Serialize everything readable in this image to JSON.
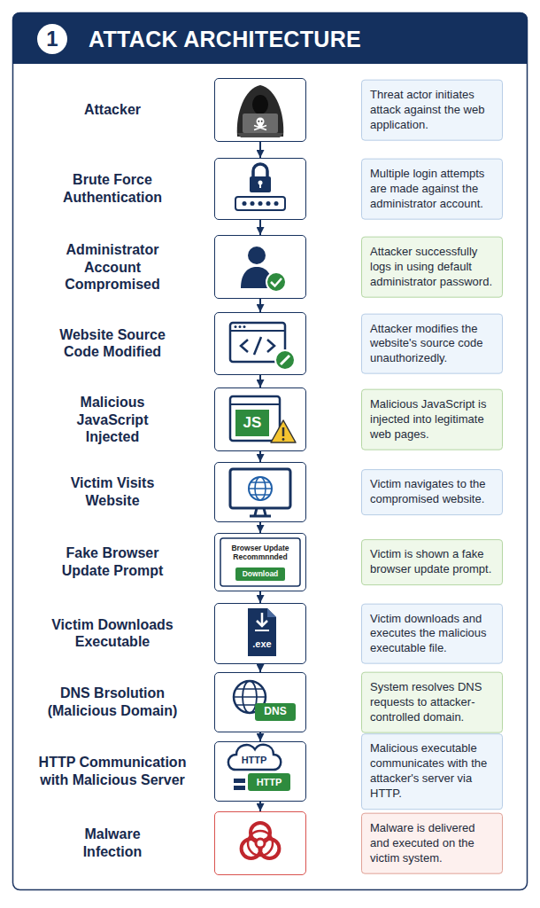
{
  "diagram": {
    "title": "ATTACK ARCHITECTURE",
    "nodes": [
      {
        "text": [
          "Attacker"
        ]
      },
      {
        "text": [
          "Threat actor initiates attack against the web application."
        ]
      },
      {
        "text": [
          "Brute Force Authentication"
        ]
      },
      {
        "text": [
          "Multiple login attempts are made against the administrator account."
        ]
      },
      {
        "text": [
          "Administrator Account Compromised"
        ]
      },
      {
        "text": [
          "Attacker successfully logs in using default administrator password."
        ]
      },
      {
        "text": [
          "Website Source Code Modified"
        ]
      },
      {
        "text": [
          "Attacker modifies the website's source code unauthorizedly."
        ]
      },
      {
        "text": [
          "Malicious JavaScript Injected"
        ]
      },
      {
        "text": [
          "Malicious JavaScript is injected into legitimate web pages."
        ]
      },
      {
        "text": [
          "Victim Visits Website"
        ]
      },
      {
        "text": [
          "Victim navigates to the compromised website."
        ]
      },
      {
        "text": [
          "Fake Browser Update Prompt"
        ]
      },
      {
        "text": [
          "Victim is shown a fake browser update prompt."
        ]
      },
      {
        "text": [
          "Victim Downloads Executable"
        ]
      },
      {
        "text": [
          "Victim downloads and executes the malicious executable file."
        ]
      },
      {
        "text": [
          "DNS Brsolution (Malicious Domain)"
        ]
      },
      {
        "text": [
          "System resolves DNS requests to attacker-controlled domain."
        ]
      },
      {
        "text": [
          "HTTP Communication with Malicious Server"
        ]
      },
      {
        "text": [
          "Malicious executable communicates with the attacker's server via HTTP."
        ]
      },
      {
        "text": [
          "Malware Infection"
        ]
      },
      {
        "text": [
          "Malware is delivered and executed on the victim system."
        ]
      }
    ],
    "edges": [
      {
        "from": 0,
        "to": 2,
        "arrow": "to"
      },
      {
        "from": 2,
        "to": 4,
        "arrow": "to"
      },
      {
        "from": 4,
        "to": 6,
        "arrow": "to"
      },
      {
        "from": 6,
        "to": 8,
        "arrow": "to"
      },
      {
        "from": 8,
        "to": 10,
        "arrow": "to"
      },
      {
        "from": 10,
        "to": 12,
        "arrow": "to"
      },
      {
        "from": 12,
        "to": 14,
        "arrow": "to"
      },
      {
        "from": 14,
        "to": 16,
        "arrow": "to"
      },
      {
        "from": 16,
        "to": 18,
        "arrow": "to"
      },
      {
        "from": 18,
        "to": 20,
        "arrow": "to"
      }
    ],
    "labels": [
      "1",
      "JS",
      "Browser Update Recommnnded",
      "Download",
      ".exe",
      "DNS",
      "HTTP",
      "HTTP"
    ]
  }
}
